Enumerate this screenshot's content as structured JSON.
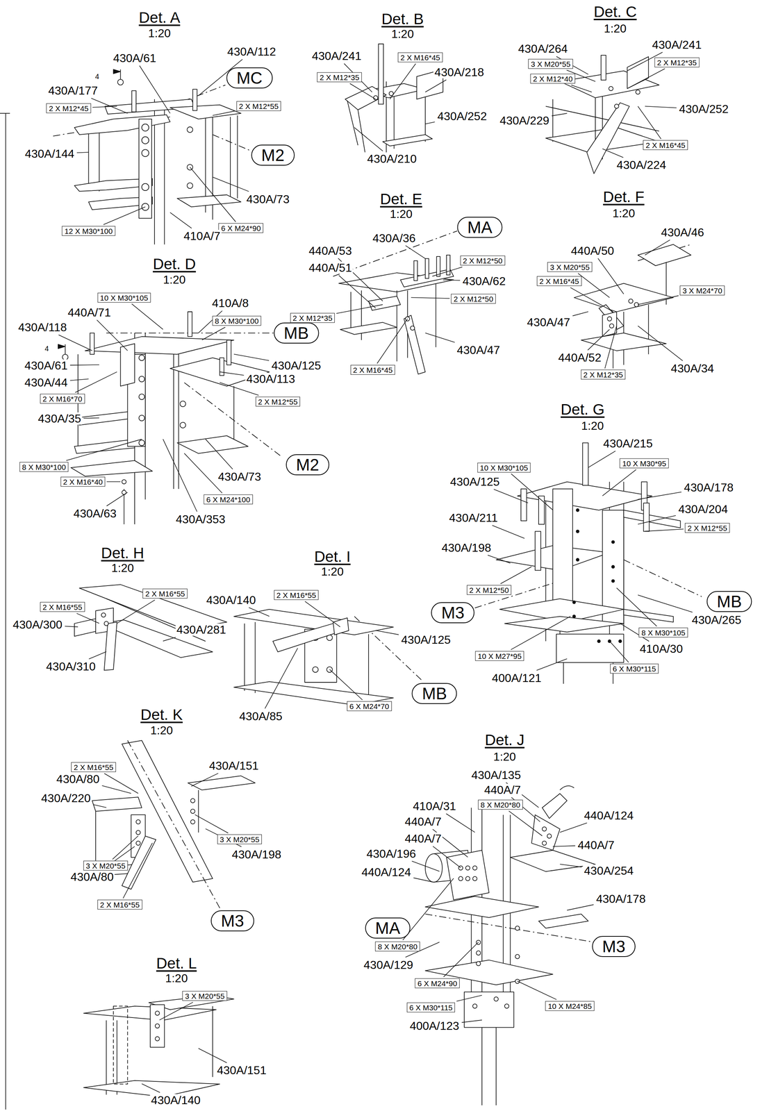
{
  "diagram": {
    "nodes": [
      {
        "text": [
          "MC"
        ]
      },
      {
        "text": [
          "2 X M12*45"
        ]
      },
      {
        "text": [
          "2 X M12*55"
        ]
      },
      {
        "text": [
          "M2"
        ]
      },
      {
        "text": [
          "12 X M30*100"
        ]
      },
      {
        "text": [
          "6 X M24*90"
        ]
      },
      {
        "text": [
          "2 X M16*45"
        ]
      },
      {
        "text": [
          "2 X M12*35"
        ]
      },
      {
        "text": [
          "3 X M20*55"
        ]
      },
      {
        "text": [
          "2 X M12*35"
        ]
      },
      {
        "text": [
          "2 X M12*40"
        ]
      },
      {
        "text": [
          "2 X M16*45"
        ]
      },
      {
        "text": [
          "10 X M30*105"
        ]
      },
      {
        "text": [
          "8 X M30*100"
        ]
      },
      {
        "text": [
          "MB"
        ]
      },
      {
        "text": [
          "2 X M16*70"
        ]
      },
      {
        "text": [
          "2 X M12*55"
        ]
      },
      {
        "text": [
          "M2"
        ]
      },
      {
        "text": [
          "8 X M30*100"
        ]
      },
      {
        "text": [
          "2 X M16*40"
        ]
      },
      {
        "text": [
          "6 X M24*100"
        ]
      },
      {
        "text": [
          "MA"
        ]
      },
      {
        "text": [
          "2 X M12*50"
        ]
      },
      {
        "text": [
          "2 X M12*50"
        ]
      },
      {
        "text": [
          "2 X M12*35"
        ]
      },
      {
        "text": [
          "2 X M16*45"
        ]
      },
      {
        "text": [
          "3 X M20*55"
        ]
      },
      {
        "text": [
          "2 X M16*45"
        ]
      },
      {
        "text": [
          "3 X M24*70"
        ]
      },
      {
        "text": [
          "2 X M12*35"
        ]
      },
      {
        "text": [
          "10 X M30*105"
        ]
      },
      {
        "text": [
          "10 X M30*95"
        ]
      },
      {
        "text": [
          "2 X M12*55"
        ]
      },
      {
        "text": [
          "2 X M12*50"
        ]
      },
      {
        "text": [
          "MB"
        ]
      },
      {
        "text": [
          "M3"
        ]
      },
      {
        "text": [
          "8 X M30*105"
        ]
      },
      {
        "text": [
          "10 X M27*95"
        ]
      },
      {
        "text": [
          "6 X M30*115"
        ]
      },
      {
        "text": [
          "2 X M16*55"
        ]
      },
      {
        "text": [
          "2 X M16*55"
        ]
      },
      {
        "text": [
          "2 X M16*55"
        ]
      },
      {
        "text": [
          "MB"
        ]
      },
      {
        "text": [
          "6 X M24*70"
        ]
      },
      {
        "text": [
          "2 X M16*55"
        ]
      },
      {
        "text": [
          "3 X M20*55"
        ]
      },
      {
        "text": [
          "3 X M20*55"
        ]
      },
      {
        "text": [
          "2 X M16*55"
        ]
      },
      {
        "text": [
          "M3"
        ]
      },
      {
        "text": [
          "3 X M20*55"
        ]
      },
      {
        "text": [
          "8 X M20*80"
        ]
      },
      {
        "text": [
          "MA"
        ]
      },
      {
        "text": [
          "8 X M20*80"
        ]
      },
      {
        "text": [
          "M3"
        ]
      },
      {
        "text": [
          "6 X M24*90"
        ]
      },
      {
        "text": [
          "6 X M30*115"
        ]
      },
      {
        "text": [
          "10 X M24*85"
        ]
      }
    ],
    "labels": [
      "Det. A",
      "1:20",
      "430A/61",
      "430A/112",
      "4",
      "430A/177",
      "430A/144",
      "430A/73",
      "410A/7",
      "Det. B",
      "1:20",
      "430A/241",
      "430A/218",
      "430A/252",
      "430A/210",
      "Det. C",
      "1:20",
      "430A/264",
      "430A/241",
      "430A/252",
      "430A/229",
      "430A/224",
      "Det. E",
      "1:20",
      "430A/36",
      "440A/53",
      "440A/51",
      "430A/62",
      "430A/47",
      "Det. F",
      "1:20",
      "430A/46",
      "440A/50",
      "430A/47",
      "440A/52",
      "430A/34",
      "Det. D",
      "1:20",
      "410A/8",
      "440A/71",
      "430A/118",
      "4",
      "430A/125",
      "430A/61",
      "430A/113",
      "430A/44",
      "430A/35",
      "430A/73",
      "430A/63",
      "430A/353",
      "Det. G",
      "1:20",
      "430A/215",
      "430A/125",
      "430A/178",
      "430A/204",
      "430A/211",
      "430A/198",
      "430A/265",
      "410A/30",
      "400A/121",
      "Det. H",
      "1:20",
      "430A/300",
      "430A/281",
      "430A/310",
      "Det. I",
      "1:20",
      "430A/140",
      "430A/125",
      "430A/85",
      "Det. K",
      "1:20",
      "430A/151",
      "430A/80",
      "430A/220",
      "430A/198",
      "430A/80",
      "Det. L",
      "1:20",
      "430A/151",
      "430A/140",
      "Det. J",
      "1:20",
      "430A/135",
      "440A/7",
      "410A/31",
      "440A/124",
      "440A/7",
      "440A/7",
      "440A/7",
      "430A/196",
      "440A/124",
      "430A/254",
      "430A/178",
      "430A/129",
      "400A/123"
    ]
  }
}
